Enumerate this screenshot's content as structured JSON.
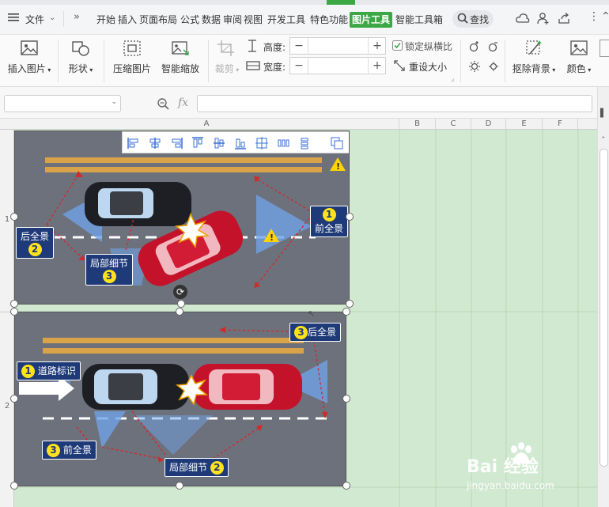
{
  "menubar": {
    "menu_icon": "hamburger-icon",
    "file_label": "文件",
    "tabs": [
      "开始",
      "插入",
      "页面布局",
      "公式",
      "数据",
      "审阅",
      "视图",
      "开发工具",
      "特色功能",
      "图片工具",
      "智能工具箱"
    ],
    "active_tab": "图片工具",
    "search_label": "查找"
  },
  "ribbon": {
    "insert_picture": "插入图片",
    "shape": "形状",
    "compress_picture": "压缩图片",
    "smart_scale": "智能缩放",
    "crop": "裁剪",
    "height_label": "高度:",
    "height_value": "",
    "width_label": "宽度:",
    "width_value": "",
    "lock_ratio": "锁定纵横比",
    "reset_size": "重设大小",
    "remove_bg": "抠除背景",
    "color": "颜色"
  },
  "formula_bar": {
    "name_box": "",
    "fx": "fx",
    "formula": ""
  },
  "grid": {
    "columns": [
      "A",
      "B",
      "C",
      "D",
      "E",
      "F"
    ],
    "rows": [
      "1",
      "2"
    ]
  },
  "image_top": {
    "labels": {
      "front": "前全景",
      "rear": "后全景",
      "detail": "局部细节"
    },
    "numbers": {
      "front": "1",
      "rear": "2",
      "detail": "3"
    }
  },
  "image_bottom": {
    "labels": {
      "road": "道路标识",
      "rear": "后全景",
      "front": "前全景",
      "detail": "局部细节"
    },
    "numbers": {
      "road": "1",
      "rear": "3",
      "front": "3",
      "detail": "2"
    }
  },
  "watermark": {
    "brand": "Bai  经验",
    "url": "jingyan.baidu.com"
  },
  "colors": {
    "accent": "#3ba845",
    "label_bg": "#1f3a78",
    "number_bg": "#ffe21a",
    "sheet_bg": "#d1e9d1"
  }
}
